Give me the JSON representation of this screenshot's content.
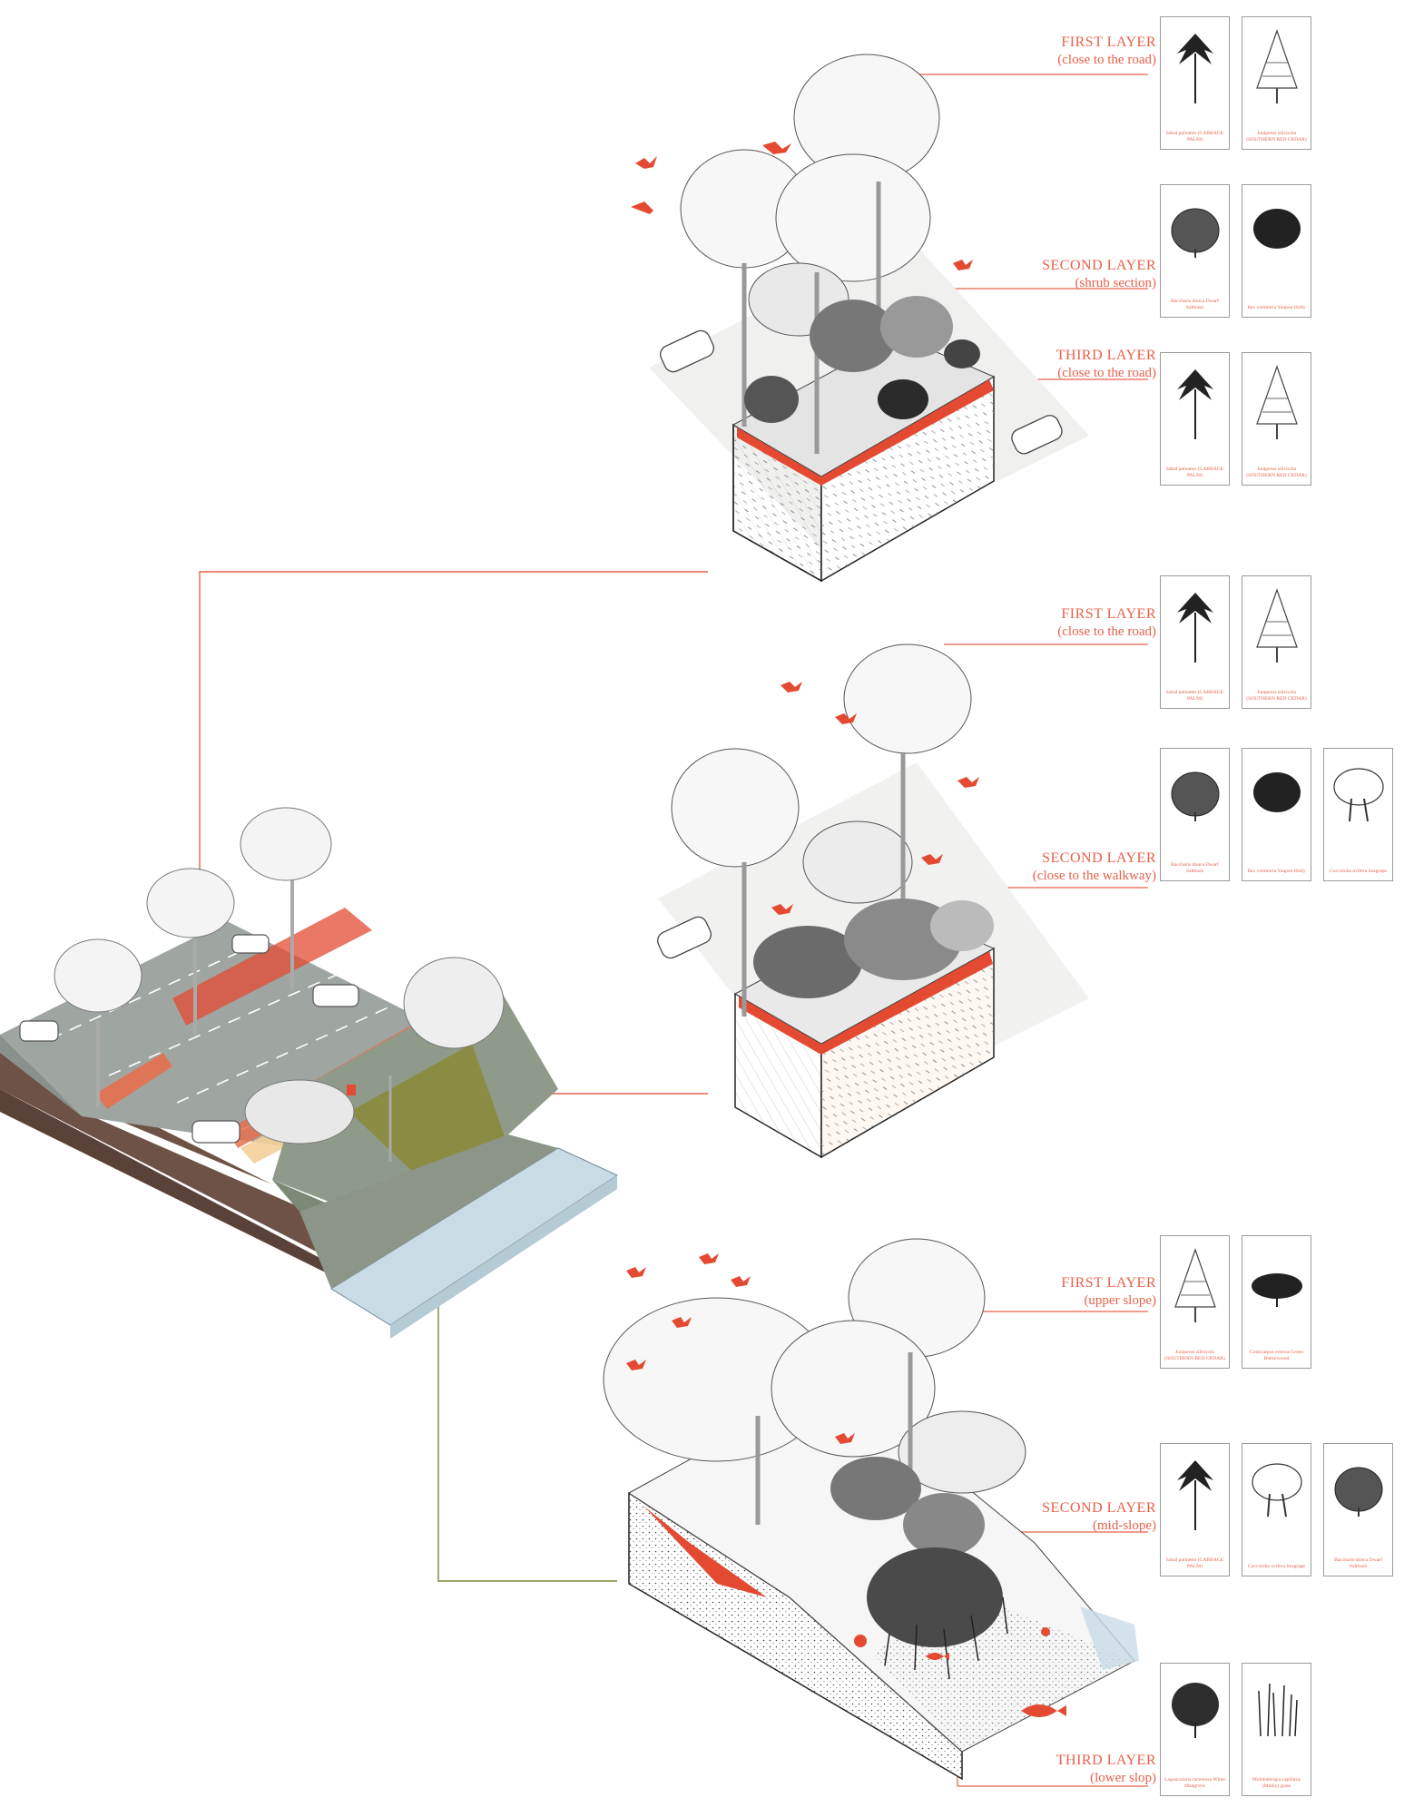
{
  "colors": {
    "accent": "#e8604a",
    "connector_green": "#7a8a3a",
    "road": "#9fa6a2",
    "soil": "#6e5246",
    "water": "#c9dce6",
    "grass_panel": "#8a8c43"
  },
  "sections": [
    {
      "layers": [
        {
          "title": "FIRST LAYER",
          "subtitle": "(close to the road)",
          "plants": [
            {
              "icon": "palm-tree-icon",
              "caption": "Sabal palmetto (CABBAGE PALM)"
            },
            {
              "icon": "cedar-tree-icon",
              "caption": "Juniperus silicicola (SOUTHERN RED CEDAR)"
            }
          ]
        },
        {
          "title": "SECOND LAYER",
          "subtitle": "(shrub section)",
          "plants": [
            {
              "icon": "shrub-icon",
              "caption": "Baccharis dioica Dwarf Saltbush"
            },
            {
              "icon": "dark-shrub-icon",
              "caption": "Ilex vomitoria Yaupon Holly"
            }
          ]
        },
        {
          "title": "THIRD LAYER",
          "subtitle": "(close to the road)",
          "plants": [
            {
              "icon": "palm-tree-icon",
              "caption": "Sabal palmetto (CABBAGE PALM)"
            },
            {
              "icon": "cedar-tree-icon",
              "caption": "Juniperus silicicola (SOUTHERN RED CEDAR)"
            }
          ]
        }
      ]
    },
    {
      "layers": [
        {
          "title": "FIRST LAYER",
          "subtitle": "(close to the road)",
          "plants": [
            {
              "icon": "palm-tree-icon",
              "caption": "Sabal palmetto (CABBAGE PALM)"
            },
            {
              "icon": "cedar-tree-icon",
              "caption": "Juniperus silicicola (SOUTHERN RED CEDAR)"
            }
          ]
        },
        {
          "title": "SECOND LAYER",
          "subtitle": "(close to the walkway)",
          "plants": [
            {
              "icon": "shrub-icon",
              "caption": "Baccharis dioica Dwarf Saltbush"
            },
            {
              "icon": "dark-shrub-icon",
              "caption": "Ilex vomitoria Yaupon Holly"
            },
            {
              "icon": "seagrape-icon",
              "caption": "Coccoloba uvifera Seagrape"
            }
          ]
        }
      ]
    },
    {
      "layers": [
        {
          "title": "FIRST LAYER",
          "subtitle": "(upper slope)",
          "plants": [
            {
              "icon": "cedar-tree-icon",
              "caption": "Juniperus silicicola (SOUTHERN RED CEDAR)"
            },
            {
              "icon": "buttonwood-icon",
              "caption": "Conocarpus erectus Green Buttonwood"
            }
          ]
        },
        {
          "title": "SECOND LAYER",
          "subtitle": "(mid-slope)",
          "plants": [
            {
              "icon": "palm-tree-icon",
              "caption": "Sabal palmetto (CABBAGE PALM)"
            },
            {
              "icon": "seagrape-icon",
              "caption": "Coccoloba uvifera Seagrape"
            },
            {
              "icon": "shrub-icon",
              "caption": "Baccharis dioica Dwarf Saltbush"
            }
          ]
        },
        {
          "title": "THIRD LAYER",
          "subtitle": "(lower slop)",
          "plants": [
            {
              "icon": "mangrove-icon",
              "caption": "Laguncularia racemosa White Mangrove"
            },
            {
              "icon": "grass-icon",
              "caption": "Muhlenbergia capillaris (Muhly) grass"
            }
          ]
        }
      ]
    }
  ]
}
